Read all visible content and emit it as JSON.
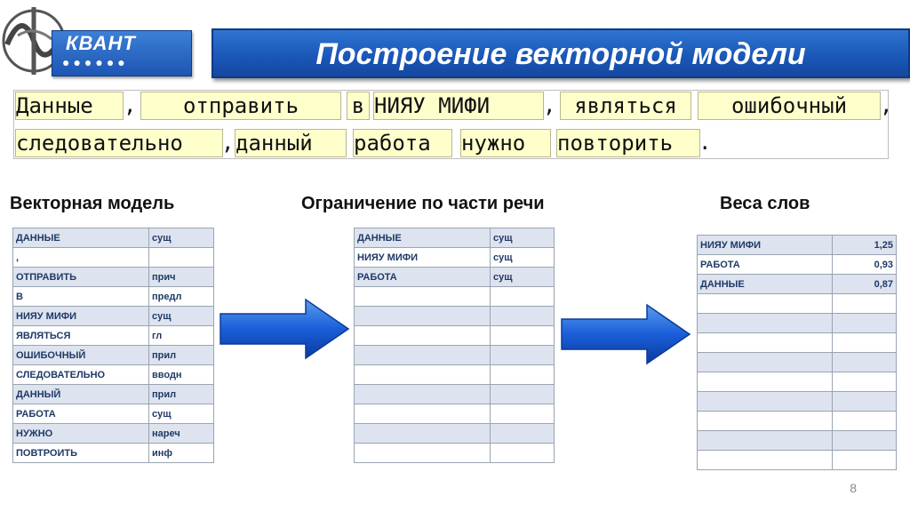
{
  "brand": {
    "name": "КВАНТ",
    "dots": "●●●●●●"
  },
  "title": "Построение векторной модели",
  "sentence": {
    "row1": [
      "Данные",
      "отправить",
      "в",
      "НИЯУ МИФИ",
      "являться",
      "ошибочный"
    ],
    "row2": [
      "следовательно",
      "данный",
      "работа",
      "нужно",
      "повторить"
    ],
    "punct": {
      "comma": ",",
      "period": "."
    }
  },
  "sections": {
    "vector_model": "Векторная модель",
    "pos_filter": "Ограничение по части речи",
    "weights": "Веса слов"
  },
  "table_vector": [
    [
      "ДАННЫЕ",
      "сущ"
    ],
    [
      ",",
      ""
    ],
    [
      "ОТПРАВИТЬ",
      "прич"
    ],
    [
      "В",
      "предл"
    ],
    [
      "НИЯУ МИФИ",
      "сущ"
    ],
    [
      "ЯВЛЯТЬСЯ",
      "гл"
    ],
    [
      "ОШИБОЧНЫЙ",
      "прил"
    ],
    [
      "СЛЕДОВАТЕЛЬНО",
      "вводн"
    ],
    [
      "ДАННЫЙ",
      "прил"
    ],
    [
      "РАБОТА",
      "сущ"
    ],
    [
      "НУЖНО",
      "нареч"
    ],
    [
      "ПОВТРОИТЬ",
      "инф"
    ]
  ],
  "table_filter": [
    [
      "ДАННЫЕ",
      "сущ"
    ],
    [
      "НИЯУ МИФИ",
      "сущ"
    ],
    [
      "РАБОТА",
      "сущ"
    ],
    [
      "",
      ""
    ],
    [
      "",
      ""
    ],
    [
      "",
      ""
    ],
    [
      "",
      ""
    ],
    [
      "",
      ""
    ],
    [
      "",
      ""
    ],
    [
      "",
      ""
    ],
    [
      "",
      ""
    ],
    [
      "",
      ""
    ]
  ],
  "table_weights": [
    [
      "НИЯУ МИФИ",
      "1,25"
    ],
    [
      "РАБОТА",
      "0,93"
    ],
    [
      "ДАННЫЕ",
      "0,87"
    ],
    [
      "",
      ""
    ],
    [
      "",
      ""
    ],
    [
      "",
      ""
    ],
    [
      "",
      ""
    ],
    [
      "",
      ""
    ],
    [
      "",
      ""
    ],
    [
      "",
      ""
    ],
    [
      "",
      ""
    ],
    [
      "",
      ""
    ]
  ],
  "page_number": "8",
  "colors": {
    "accent": "#1956b6",
    "chip": "#ffffcc",
    "row_alt": "#dde3ef"
  }
}
